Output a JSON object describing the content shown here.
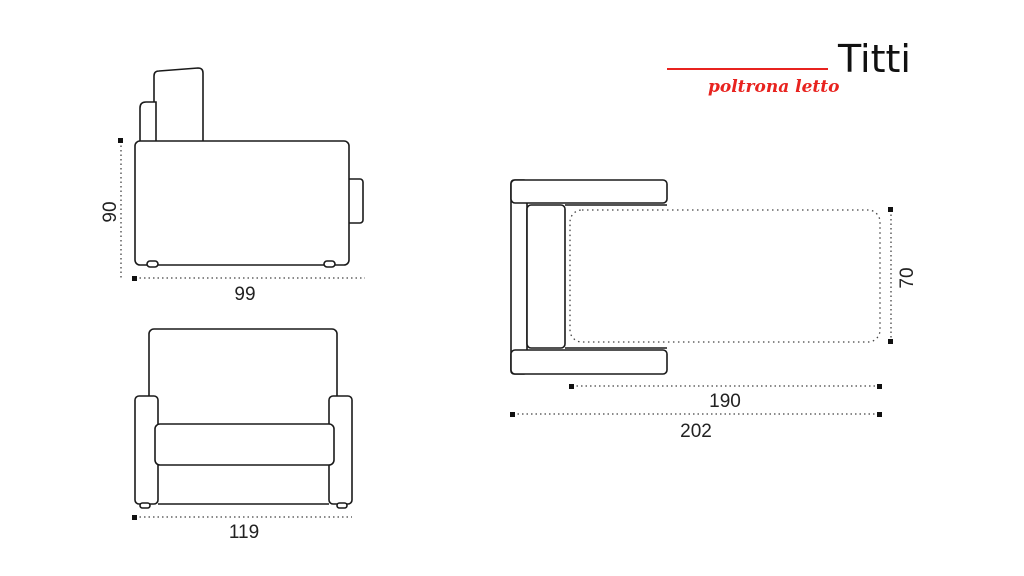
{
  "brand": {
    "title": "Titti",
    "subtitle": "poltrona letto",
    "accent_color": "#e8231f"
  },
  "colors": {
    "outline": "#1a1a1a",
    "dimension": "#444444"
  },
  "dimensions": {
    "side_height": "90",
    "side_depth": "99",
    "front_width": "119",
    "bed_width": "70",
    "mattress_length": "190",
    "total_length": "202"
  }
}
